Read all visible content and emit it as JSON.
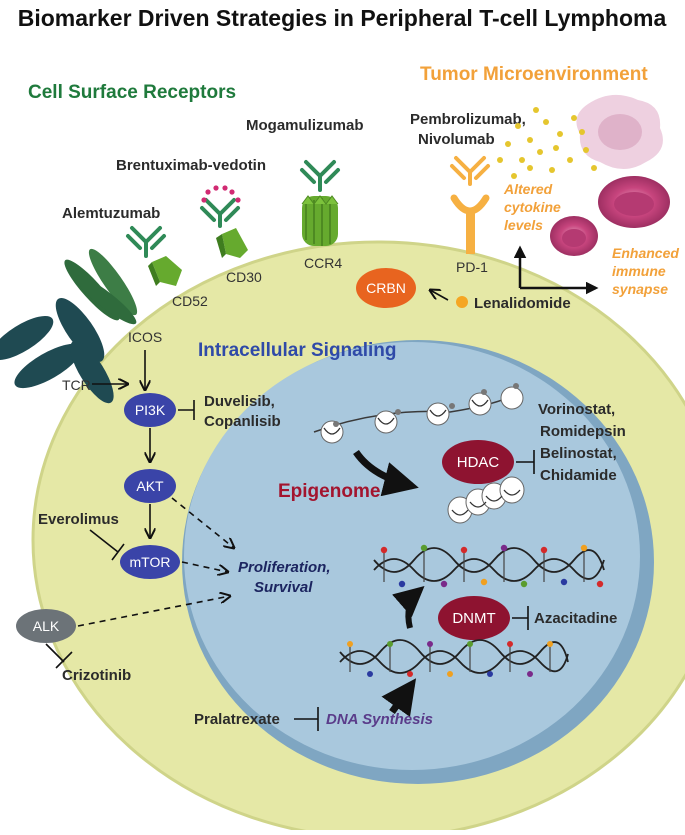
{
  "title": "Biomarker Driven Strategies in Peripheral T-cell Lymphoma",
  "sections": {
    "cell_surface": "Cell Surface Receptors",
    "tumor_microenvironment": "Tumor Microenvironment",
    "intracellular": "Intracellular Signaling",
    "epigenome": "Epigenome"
  },
  "receptors": {
    "icos": "ICOS",
    "tcr": "TCR",
    "cd52": "CD52",
    "cd30": "CD30",
    "ccr4": "CCR4",
    "pd1": "PD-1"
  },
  "drugs": {
    "alemtuzumab": "Alemtuzumab",
    "brentuximab": "Brentuximab-vedotin",
    "mogamulizumab": "Mogamulizumab",
    "pembro_line1": "Pembrolizumab,",
    "pembro_line2": "Nivolumab",
    "lenalidomide": "Lenalidomide",
    "duvelisib": "Duvelisib,",
    "copanlisib": "Copanlisib",
    "everolimus": "Everolimus",
    "crizotinib": "Crizotinib",
    "vorinostat": "Vorinostat,",
    "romidepsin": "Romidepsin",
    "belinostat": "Belinostat,",
    "chidamide": "Chidamide",
    "azacitadine": "Azacitadine",
    "pralatrexate": "Pralatrexate"
  },
  "nodes": {
    "crbn": "CRBN",
    "pi3k": "PI3K",
    "akt": "AKT",
    "mtor": "mTOR",
    "alk": "ALK",
    "hdac": "HDAC",
    "dnmt": "DNMT"
  },
  "outcomes": {
    "altered_1": "Altered",
    "altered_2": "cytokine",
    "altered_3": "levels",
    "enhanced_1": "Enhanced",
    "enhanced_2": "immune",
    "enhanced_3": "synapse",
    "prolif_1": "Proliferation,",
    "prolif_2": "Survival",
    "dna_synthesis": "DNA Synthesis"
  },
  "colors": {
    "cell": "#e5e8a6",
    "cell_edge": "#cfd489",
    "nucleus": "#a9c8dd",
    "nucleus_edge": "#7fa6c2",
    "node_blue": "#3a44a8",
    "node_red": "#8e1330",
    "node_gray": "#6c7378",
    "crbn_orange": "#e8641f",
    "receptor_green": "#66aa2e",
    "antibody_green": "#2f8a57",
    "pd1_orange": "#f6b042",
    "tcr_teal": "#1f4a52",
    "icos_green": "#2f6b3c"
  }
}
